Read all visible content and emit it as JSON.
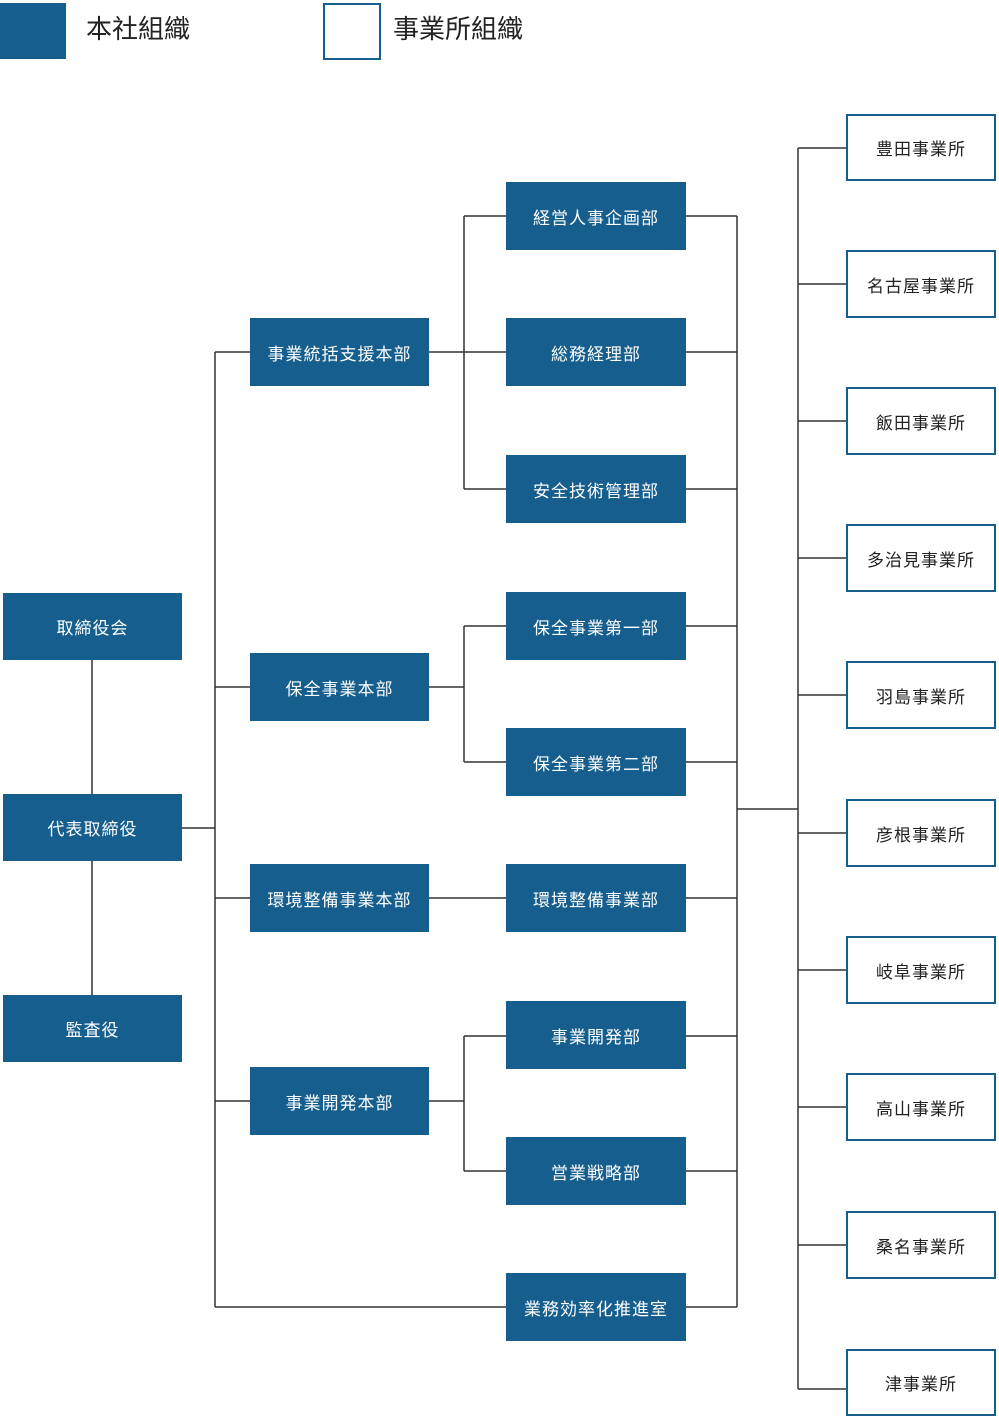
{
  "legend": {
    "hq_label": "本社組織",
    "office_label": "事業所組織"
  },
  "colors": {
    "hq_fill": "#155e8d",
    "office_border": "#155e8d",
    "connector": "#333333"
  },
  "org": {
    "board": "取締役会",
    "ceo": "代表取締役",
    "auditor": "監査役",
    "divisions": {
      "business_support": "事業統括支援本部",
      "maintenance": "保全事業本部",
      "environment": "環境整備事業本部",
      "development": "事業開発本部",
      "efficiency": "業務効率化推進室"
    },
    "departments": {
      "hr_planning": "経営人事企画部",
      "general_affairs": "総務経理部",
      "safety_tech": "安全技術管理部",
      "maintenance_1": "保全事業第一部",
      "maintenance_2": "保全事業第二部",
      "environment_dept": "環境整備事業部",
      "business_dev": "事業開発部",
      "sales_strategy": "営業戦略部"
    },
    "offices": [
      "豊田事業所",
      "名古屋事業所",
      "飯田事業所",
      "多治見事業所",
      "羽島事業所",
      "彦根事業所",
      "岐阜事業所",
      "高山事業所",
      "桑名事業所",
      "津事業所"
    ]
  }
}
